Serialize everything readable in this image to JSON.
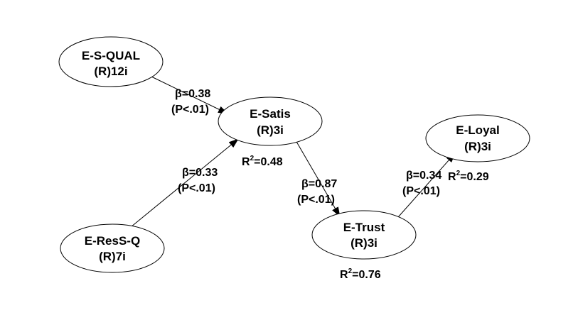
{
  "nodes": {
    "esqual": {
      "name": "E-S-QUAL",
      "sub": "(R)12i"
    },
    "esatis": {
      "name": "E-Satis",
      "sub": "(R)3i"
    },
    "eress": {
      "name": "E-ResS-Q",
      "sub": "(R)7i"
    },
    "etrust": {
      "name": "E-Trust",
      "sub": "(R)3i"
    },
    "eloyal": {
      "name": "E-Loyal",
      "sub": "(R)3i"
    }
  },
  "paths": {
    "esqual_esatis": {
      "beta": "β=0.38",
      "p": "(P<.01)"
    },
    "eress_esatis": {
      "beta": "β=0.33",
      "p": "(P<.01)"
    },
    "esatis_etrust": {
      "beta": "β=0.87",
      "p": "(P<.01)"
    },
    "etrust_eloyal": {
      "beta": "β=0.34",
      "p": "(P<.01)"
    }
  },
  "r2": {
    "esatis": {
      "label": "R",
      "exp": "2",
      "value": "=0.48"
    },
    "etrust": {
      "label": "R",
      "exp": "2",
      "value": "=0.76"
    },
    "eloyal": {
      "label": "R",
      "exp": "2",
      "value": "=0.29"
    }
  },
  "colors": {
    "line": "#000000",
    "background": "#ffffff"
  }
}
